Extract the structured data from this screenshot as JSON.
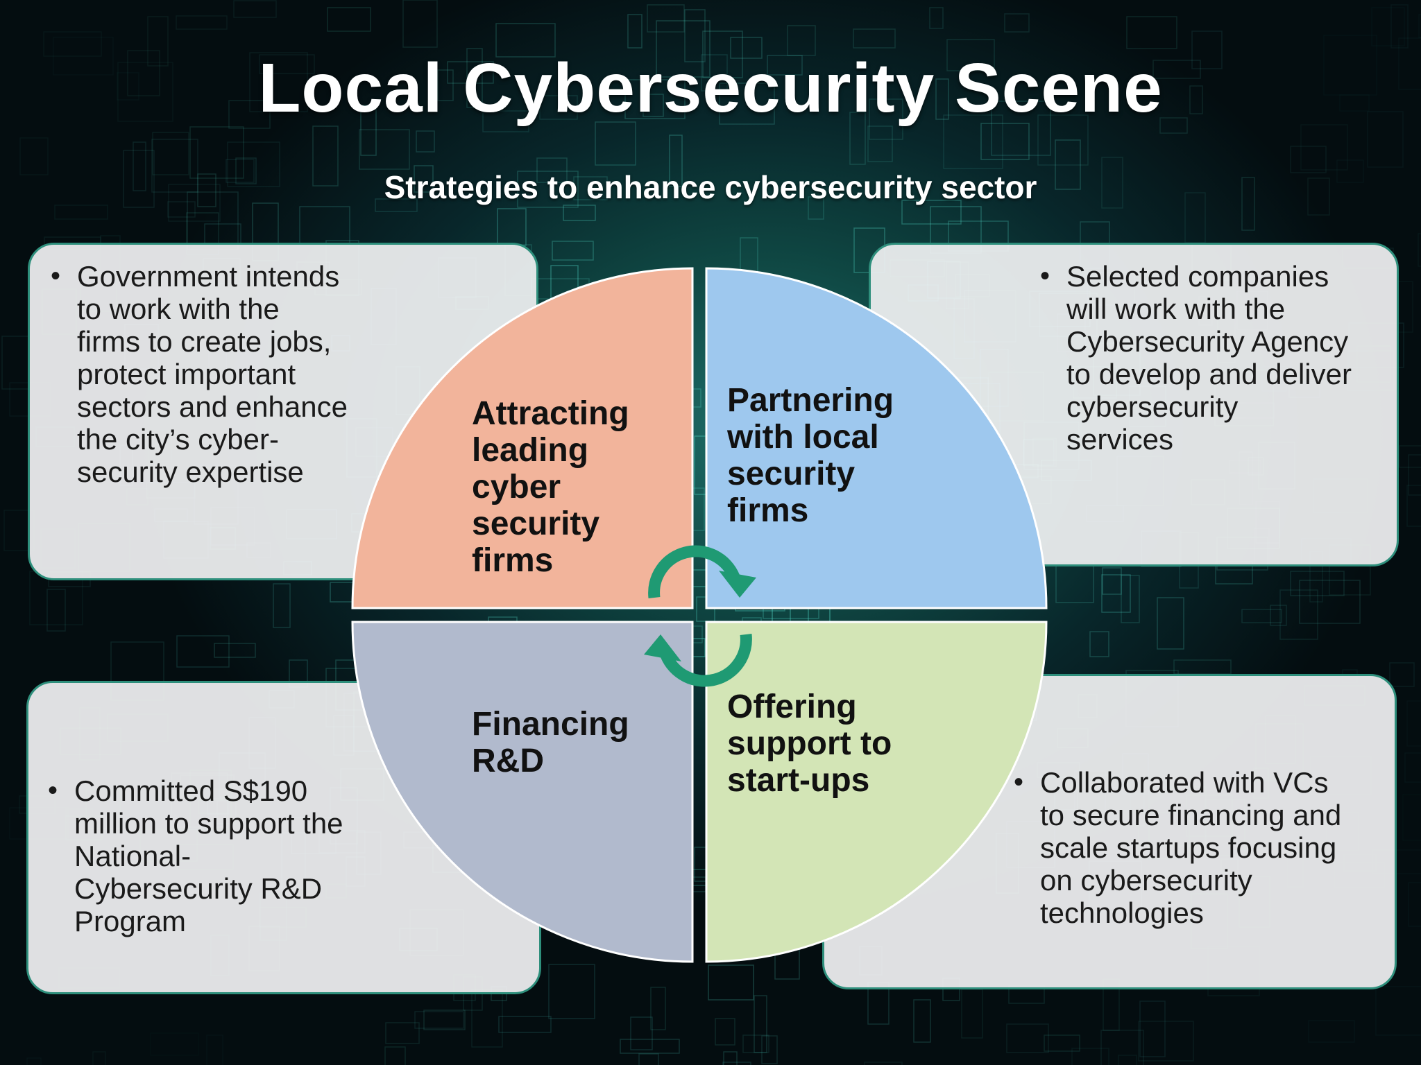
{
  "title": "Local Cybersecurity Scene",
  "subtitle": "Strategies to enhance cybersecurity sector",
  "quadrants": {
    "top_left": {
      "label_lines": [
        "Attracting",
        "leading",
        "cyber",
        "security",
        "firms"
      ],
      "color": "#f2b49b"
    },
    "top_right": {
      "label_lines": [
        "Partnering",
        "with local",
        "security",
        "firms"
      ],
      "color": "#9ec8ee"
    },
    "bottom_left": {
      "label_lines": [
        "Financing",
        "R&D"
      ],
      "color": "#b1bacd"
    },
    "bottom_right": {
      "label_lines": [
        "Offering",
        "support to",
        "start-ups"
      ],
      "color": "#d3e5b6"
    }
  },
  "boxes": {
    "top_left": {
      "bullet_lines": [
        "Government intends",
        "to work with the",
        "firms to create jobs,",
        "protect important",
        "sectors and enhance",
        "the city’s cyber-",
        "security expertise"
      ]
    },
    "top_right": {
      "bullet_lines": [
        "Selected companies",
        "will work with the",
        "Cybersecurity Agency",
        "to develop and deliver",
        "cybersecurity",
        "services"
      ]
    },
    "bottom_left": {
      "bullet_lines": [
        "Committed S$190",
        "million to support the",
        "National-",
        "Cybersecurity R&D",
        "Program"
      ]
    },
    "bottom_right": {
      "bullet_lines": [
        "Collaborated with VCs",
        "to secure financing and",
        "scale startups focusing",
        "on cybersecurity",
        "technologies"
      ]
    }
  },
  "colors": {
    "box_border": "#2e8f7c",
    "arrow": "#1f9a73",
    "title": "#ffffff"
  }
}
